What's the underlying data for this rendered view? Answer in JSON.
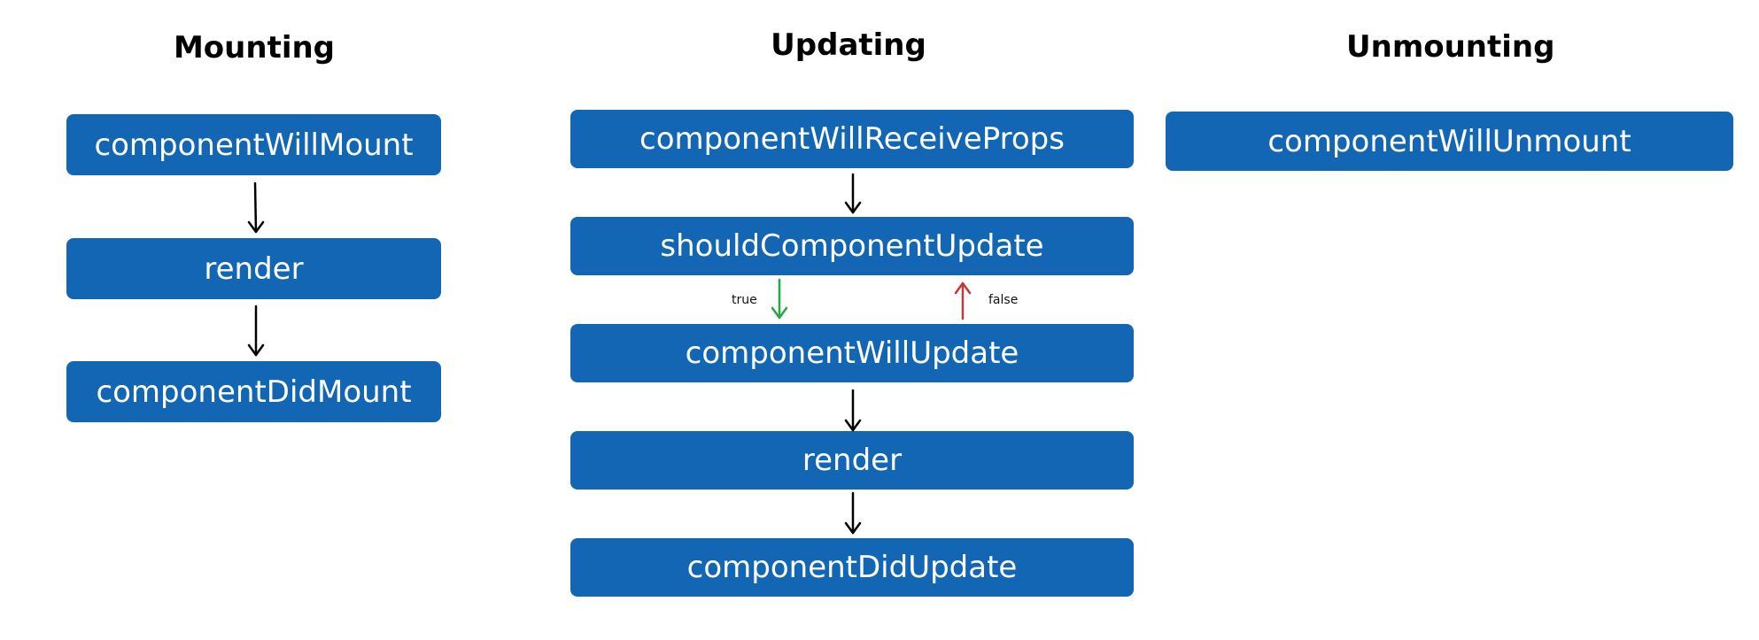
{
  "columns": {
    "mounting": {
      "title": "Mounting",
      "nodes": [
        "componentWillMount",
        "render",
        "componentDidMount"
      ]
    },
    "updating": {
      "title": "Updating",
      "nodes": [
        "componentWillReceiveProps",
        "shouldComponentUpdate",
        "componentWillUpdate",
        "render",
        "componentDidUpdate"
      ],
      "true_label": "true",
      "false_label": "false"
    },
    "unmounting": {
      "title": "Unmounting",
      "nodes": [
        "componentWillUnmount"
      ]
    }
  },
  "colors": {
    "node_fill": "#1366b3",
    "node_text": "#ffffff",
    "arrow": "#000000",
    "true_arrow": "#22aa44",
    "false_arrow": "#c0393b"
  }
}
